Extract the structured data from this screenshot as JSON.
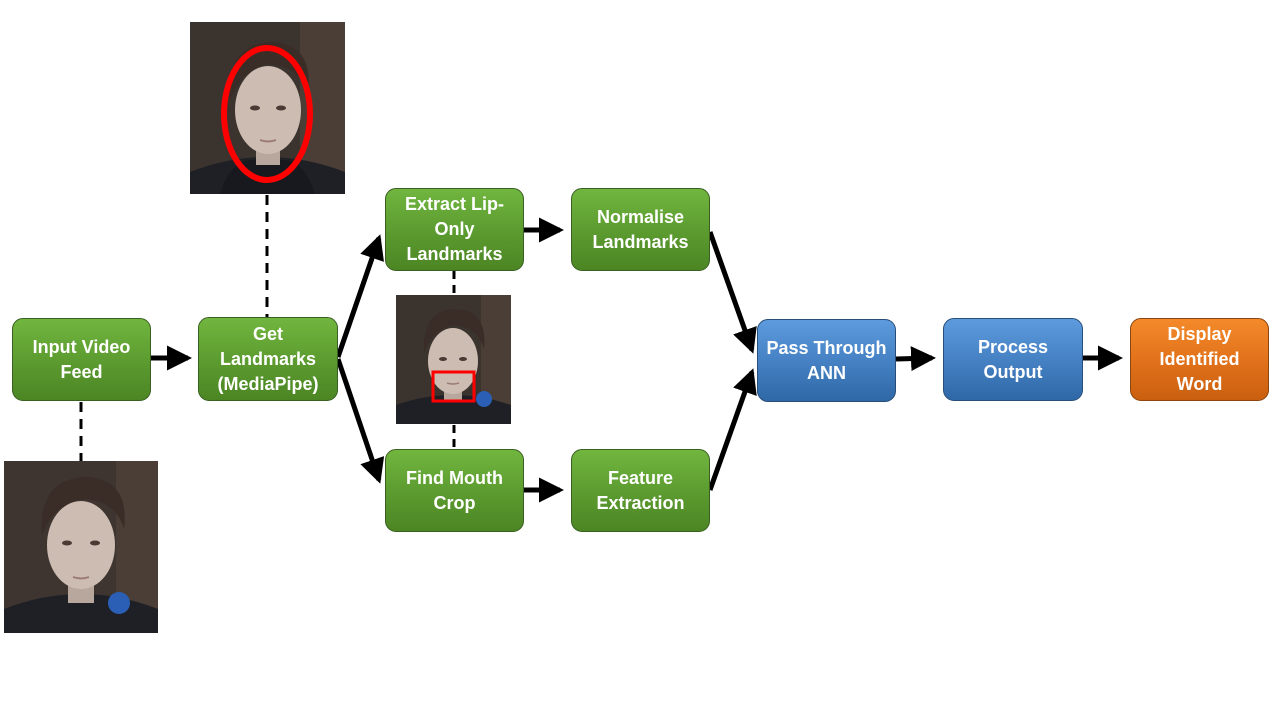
{
  "diagram": {
    "nodes": {
      "input_video": "Input Video Feed",
      "get_landmarks": "Get Landmarks (MediaPipe)",
      "extract_lip": "Extract Lip-Only Landmarks",
      "normalise": "Normalise Landmarks",
      "find_mouth": "Find Mouth Crop",
      "feature_extraction": "Feature Extraction",
      "pass_ann": "Pass Through ANN",
      "process_output": "Process Output",
      "display_word": "Display Identified Word"
    },
    "images": [
      "face-photo",
      "face-photo-with-face-ellipse",
      "face-photo-with-mouth-box"
    ],
    "colors": {
      "green": "#5b9a2f",
      "blue": "#437fc1",
      "orange": "#e0701a",
      "arrow": "#000000",
      "highlight": "#ff0000"
    }
  }
}
